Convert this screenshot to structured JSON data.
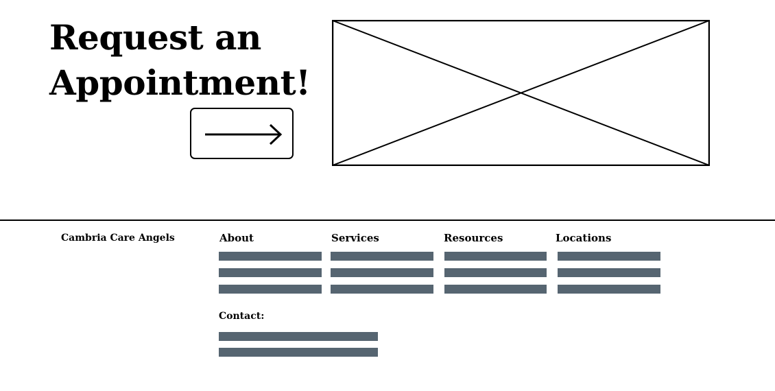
{
  "hero": {
    "title_line1": "Request an",
    "title_line2": "Appointment!",
    "cta_icon": "arrow-right-icon",
    "image_icon": "image-placeholder-icon"
  },
  "footer": {
    "brand": "Cambria Care Angels",
    "columns": [
      {
        "heading": "About"
      },
      {
        "heading": "Services"
      },
      {
        "heading": "Resources"
      },
      {
        "heading": "Locations"
      }
    ],
    "contact_heading": "Contact:"
  },
  "colors": {
    "text": "#000000",
    "placeholder_bar": "#566571",
    "background": "#ffffff"
  }
}
